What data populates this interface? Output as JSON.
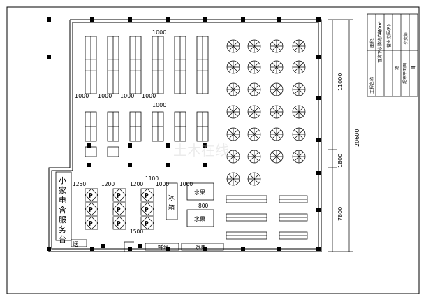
{
  "dims": {
    "top_shelf_width": "1000",
    "mid_shelf_width": "1000",
    "row_gaps": [
      "1000",
      "1000",
      "1000",
      "1000"
    ],
    "p_gaps": [
      "1250",
      "1200",
      "1200",
      "1000",
      "1000"
    ],
    "d_1100": "1100",
    "d_800": "800",
    "d_1500": "1500",
    "right_11000": "11000",
    "right_1800": "1800",
    "right_7800": "7800",
    "total_20600": "20600"
  },
  "labels": {
    "service_desk_chars": [
      "小",
      "家",
      "电",
      "含",
      "服",
      "务",
      "台"
    ],
    "ice": "冰",
    "cabinet": "箱",
    "p": "P",
    "water_cooler_1": "水果",
    "water_cooler_2": "水果",
    "fresh": "鲜米",
    "water": "水果",
    "small_label": "烟"
  },
  "title_block": {
    "project": "工程名称",
    "project_name": "冒滴下水购物广场",
    "area_label": "面积:",
    "area_value": "400m²",
    "type_label": "营业范围(B)",
    "type_value": "小卖部",
    "drawing": "超市平面图",
    "r1": "项",
    "r2": "目"
  },
  "watermark": "土木在线"
}
